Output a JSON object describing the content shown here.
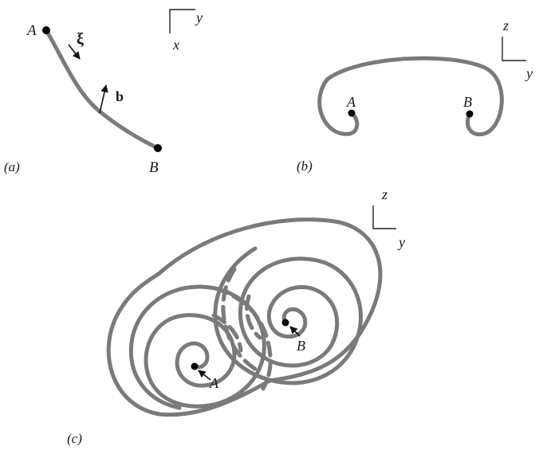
{
  "panel_a": {
    "tag": "(a)",
    "point_start": "A",
    "point_end": "B",
    "line_direction": "ξ",
    "burgers_vector": "b",
    "axis_horizontal": "y",
    "axis_vertical": "x"
  },
  "panel_b": {
    "tag": "(b)",
    "point_left": "A",
    "point_right": "B",
    "axis_vertical": "z",
    "axis_horizontal": "y"
  },
  "panel_c": {
    "tag": "(c)",
    "center_left": "A",
    "center_right": "B",
    "axis_vertical": "z",
    "axis_horizontal": "y"
  },
  "colors": {
    "dislocation_line": "#7a7a7a",
    "text": "#1a1a1a",
    "points": "#000000"
  }
}
